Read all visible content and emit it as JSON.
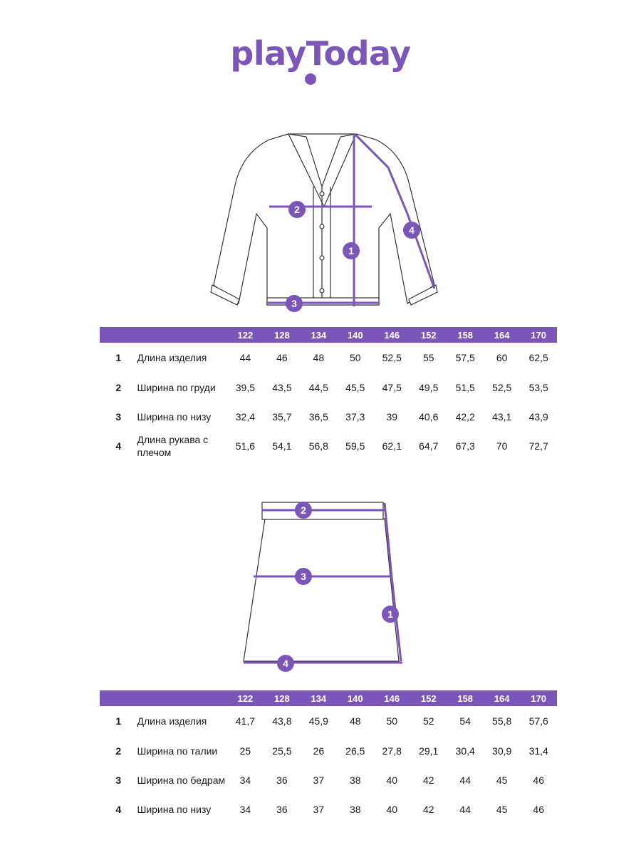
{
  "brand": {
    "logo": "playToday",
    "accent_color": "#7b55b8"
  },
  "cardigan": {
    "markers": [
      "1",
      "2",
      "3",
      "4"
    ],
    "sizes": [
      "122",
      "128",
      "134",
      "140",
      "146",
      "152",
      "158",
      "164",
      "170"
    ],
    "rows": [
      {
        "num": "1",
        "name": "Длина изделия",
        "values": [
          "44",
          "46",
          "48",
          "50",
          "52,5",
          "55",
          "57,5",
          "60",
          "62,5"
        ]
      },
      {
        "num": "2",
        "name": "Ширина по груди",
        "values": [
          "39,5",
          "43,5",
          "44,5",
          "45,5",
          "47,5",
          "49,5",
          "51,5",
          "52,5",
          "53,5"
        ]
      },
      {
        "num": "3",
        "name": "Ширина по низу",
        "values": [
          "32,4",
          "35,7",
          "36,5",
          "37,3",
          "39",
          "40,6",
          "42,2",
          "43,1",
          "43,9"
        ]
      },
      {
        "num": "4",
        "name": "Длина рукава с плечом",
        "values": [
          "51,6",
          "54,1",
          "56,8",
          "59,5",
          "62,1",
          "64,7",
          "67,3",
          "70",
          "72,7"
        ]
      }
    ]
  },
  "skirt": {
    "markers": [
      "1",
      "2",
      "3",
      "4"
    ],
    "sizes": [
      "122",
      "128",
      "134",
      "140",
      "146",
      "152",
      "158",
      "164",
      "170"
    ],
    "rows": [
      {
        "num": "1",
        "name": "Длина изделия",
        "values": [
          "41,7",
          "43,8",
          "45,9",
          "48",
          "50",
          "52",
          "54",
          "55,8",
          "57,6"
        ]
      },
      {
        "num": "2",
        "name": "Ширина по талии",
        "values": [
          "25",
          "25,5",
          "26",
          "26,5",
          "27,8",
          "29,1",
          "30,4",
          "30,9",
          "31,4"
        ]
      },
      {
        "num": "3",
        "name": "Ширина по бедрам",
        "values": [
          "34",
          "36",
          "37",
          "38",
          "40",
          "42",
          "44",
          "45",
          "46"
        ]
      },
      {
        "num": "4",
        "name": "Ширина по низу",
        "values": [
          "34",
          "36",
          "37",
          "38",
          "40",
          "42",
          "44",
          "45",
          "46"
        ]
      }
    ]
  }
}
